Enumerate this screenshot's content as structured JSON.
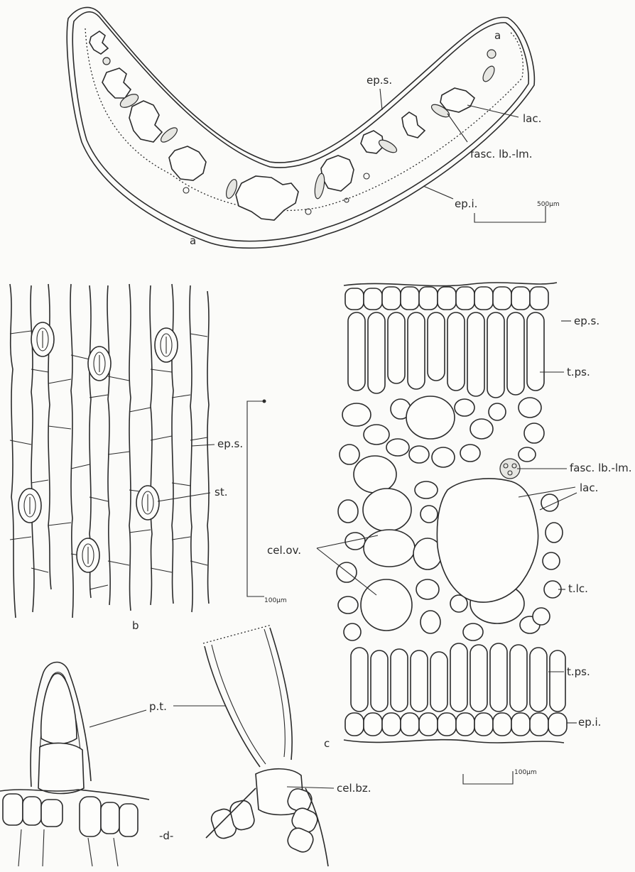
{
  "figure_parts": {
    "a": "a",
    "b": "b",
    "c": "c",
    "d": "-d-"
  },
  "panel_a": {
    "label_ep_s": "ep.s.",
    "label_lac": "lac.",
    "label_fasc": "fasc. lb.-lm.",
    "label_ep_i": "ep.i.",
    "corner_mark": "a",
    "scale_text": "500µm"
  },
  "panel_b": {
    "label_ep_s": "ep.s.",
    "label_st": "st.",
    "scale_text": "100µm"
  },
  "panel_c": {
    "label_ep_s": "ep.s.",
    "label_t_ps_top": "t.ps.",
    "label_fasc": "fasc. lb.-lm.",
    "label_lac": "lac.",
    "label_cel_ov": "cel.ov.",
    "label_t_lc": "t.lc.",
    "label_t_ps_bottom": "t.ps.",
    "label_ep_i": "ep.i.",
    "scale_text": "100µm"
  },
  "panel_d": {
    "label_p_t": "p.t.",
    "label_cel_bz": "cel.bz."
  }
}
